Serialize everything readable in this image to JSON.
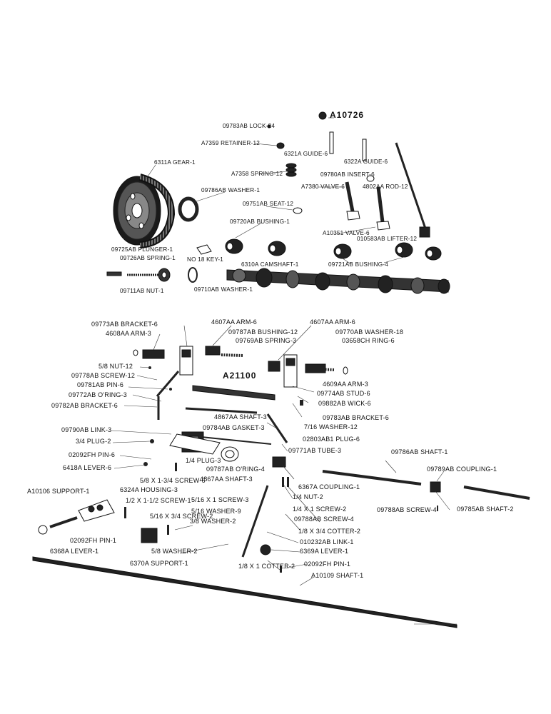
{
  "ref_top": "A10726",
  "ref_mid": "A21100",
  "upper_labels": {
    "lock": "09783AB LOCK-24",
    "retainer": "A7359 RETAINER-12",
    "guide_a": "6321A GUIDE-6",
    "guide_b": "6322A GUIDE-6",
    "gear": "6311A GEAR-1",
    "spring_a": "A7358 SPRING-12",
    "insert": "09780AB INSERT-6",
    "washer_a": "09786AB WASHER-1",
    "valve_a": "A7380 VALVE-6",
    "rod": "4802AA ROD-12",
    "seat": "09751AB SEAT-12",
    "bushing_a": "09720AB BUSHING-1",
    "valve_b": "A10351 VALVE-6",
    "lifter": "010583AB LIFTER-12",
    "plunger": "09725AB PLUNGER-1",
    "spring_b": "09726AB SPRING-1",
    "key": "NO 18 KEY-1",
    "camshaft": "6310A CAMSHAFT-1",
    "bushing_b": "09721AB BUSHING-4",
    "nut_a": "09711AB NUT-1",
    "washer_b": "09710AB WASHER-1"
  },
  "lower_labels": {
    "bracket_a": "09773AB BRACKET-6",
    "arm_a": "4607AA ARM-6",
    "arm_b": "4607AA ARM-6",
    "arm_c": "4608AA ARM-3",
    "bushing_c": "09787AB BUSHING-12",
    "washer_c": "09770AB WASHER-18",
    "spring_c": "09769AB SPRING-3",
    "ring_a": "03658CH RING-6",
    "nut_b": "5/8 NUT-12",
    "screw_a": "09778AB SCREW-12",
    "pin_a": "09781AB PIN-6",
    "arm_d": "4609AA ARM-3",
    "oring_a": "09772AB O'RING-3",
    "stud": "09774AB STUD-6",
    "bracket_b": "09782AB BRACKET-6",
    "wick": "09882AB WICK-6",
    "shaft_a": "4867AA SHAFT-3",
    "bracket_c": "09783AB BRACKET-6",
    "link_a": "09790AB LINK-3",
    "gasket": "09784AB GASKET-3",
    "washer_d": "7/16 WASHER-12",
    "plug_a": "3/4 PLUG-2",
    "plug_b": "02803AB1 PLUG-6",
    "tube": "09771AB TUBE-3",
    "shaft_b": "09786AB SHAFT-1",
    "pin_b": "02092FH PIN-6",
    "lever_a": "6418A LEVER-6",
    "plug_c": "1/4 PLUG-3",
    "oring_b": "09787AB O'RING-4",
    "coupling_a": "09789AB COUPLING-1",
    "screw_b": "5/8 X 1-3/4 SCREW-6",
    "shaft_c": "4867AA SHAFT-3",
    "coupling_b": "6367A COUPLING-1",
    "housing": "6324A HOUSING-3",
    "nut_c": "1/4 NUT-2",
    "support_a": "A10106 SUPPORT-1",
    "screw_c": "1/2 X 1-1/2 SCREW-1",
    "screw_d": "5/16 X 1 SCREW-3",
    "screw_e": "1/4 X 1 SCREW-2",
    "screw_f": "09788AB SCREW-4",
    "shaft_d": "09785AB SHAFT-2",
    "screw_g": "09788AB SCREW-4",
    "washer_e": "5/16 WASHER-9",
    "screw_h": "5/16 X 3/4 SCREW-2",
    "washer_f": "3/8 WASHER-2",
    "cotter_a": "1/8 X 3/4 COTTER-2",
    "pin_c": "02092FH PIN-1",
    "link_b": "010232AB LINK-1",
    "lever_b": "6368A LEVER-1",
    "lever_c": "6369A LEVER-1",
    "washer_g": "5/8 WASHER-2",
    "support_b": "6370A SUPPORT-1",
    "pin_d": "02092FH PIN-1",
    "cotter_b": "1/8 X 1 COTTER-2",
    "shaft_e": "A10109 SHAFT-1"
  }
}
